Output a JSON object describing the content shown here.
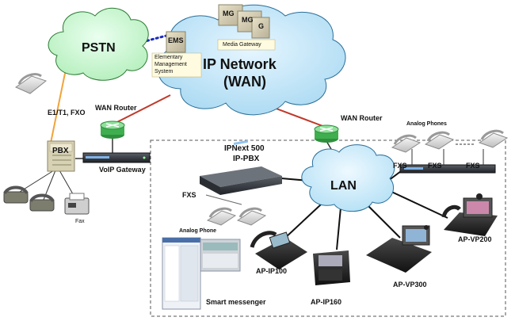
{
  "labels": {
    "pstn": "PSTN",
    "mg1": "MG",
    "mg2": "MG",
    "mg3": "G",
    "ems": "EMS",
    "media_gateway": "Media Gateway",
    "ems_desc_1": "Elementary",
    "ems_desc_2": "Management",
    "ems_desc_3": "System",
    "ip_network": "IP Network",
    "wan": "(WAN)",
    "e1_t1_fxo": "E1/T1, FXO",
    "wan_router_left": "WAN Router",
    "wan_router_right": "WAN Router",
    "pbx": "PBX",
    "voip_gateway": "VoIP Gateway",
    "fax": "Fax",
    "ipnext_1": "IPNext 500",
    "ipnext_2": "IP-PBX",
    "lan": "LAN",
    "analog_phones": "Analog Phones",
    "fxs_left": "FXS",
    "fxs_1": "FXS",
    "fxs_2": "FXS",
    "fxs_3": "FXS",
    "analog_phone": "Analog Phone",
    "ap_vp200": "AP-VP200",
    "ap_ip100": "AP-IP100",
    "ap_vp300": "AP-VP300",
    "ap_ip160": "AP-IP160",
    "smart_messenger": "Smart messenger"
  },
  "colors": {
    "cloud_pstn": "#c9f7c9",
    "cloud_wan": "#bfe3f5",
    "cloud_lan": "#cce9f7",
    "link_orange": "#f2a33a",
    "link_red": "#c0392b",
    "dotted_blue": "#1a2bbd",
    "router_green": "#3fae4f"
  }
}
